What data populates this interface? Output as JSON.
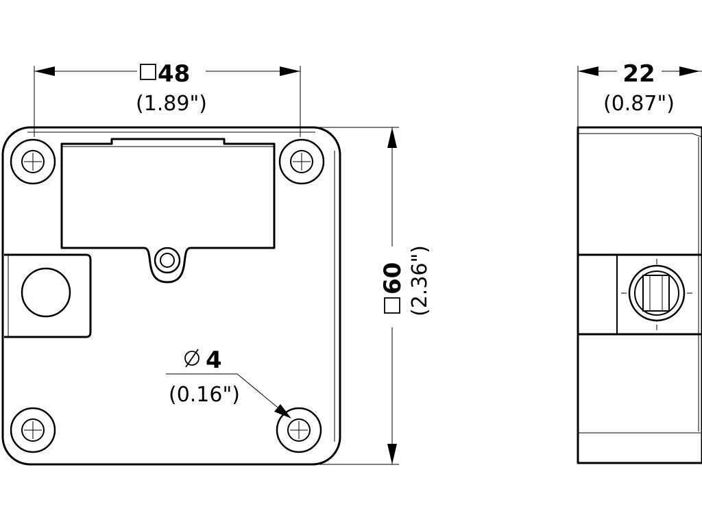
{
  "front_view": {
    "width_value": "48",
    "width_inch": "(1.89\")",
    "height_value": "60",
    "height_inch": "(2.36\")",
    "hole_value": "4",
    "hole_inch": "(0.16\")"
  },
  "side_view": {
    "depth_value": "22",
    "depth_inch": "(0.87\")"
  },
  "symbols": {
    "square": "square-symbol",
    "diameter": "diameter-symbol"
  }
}
